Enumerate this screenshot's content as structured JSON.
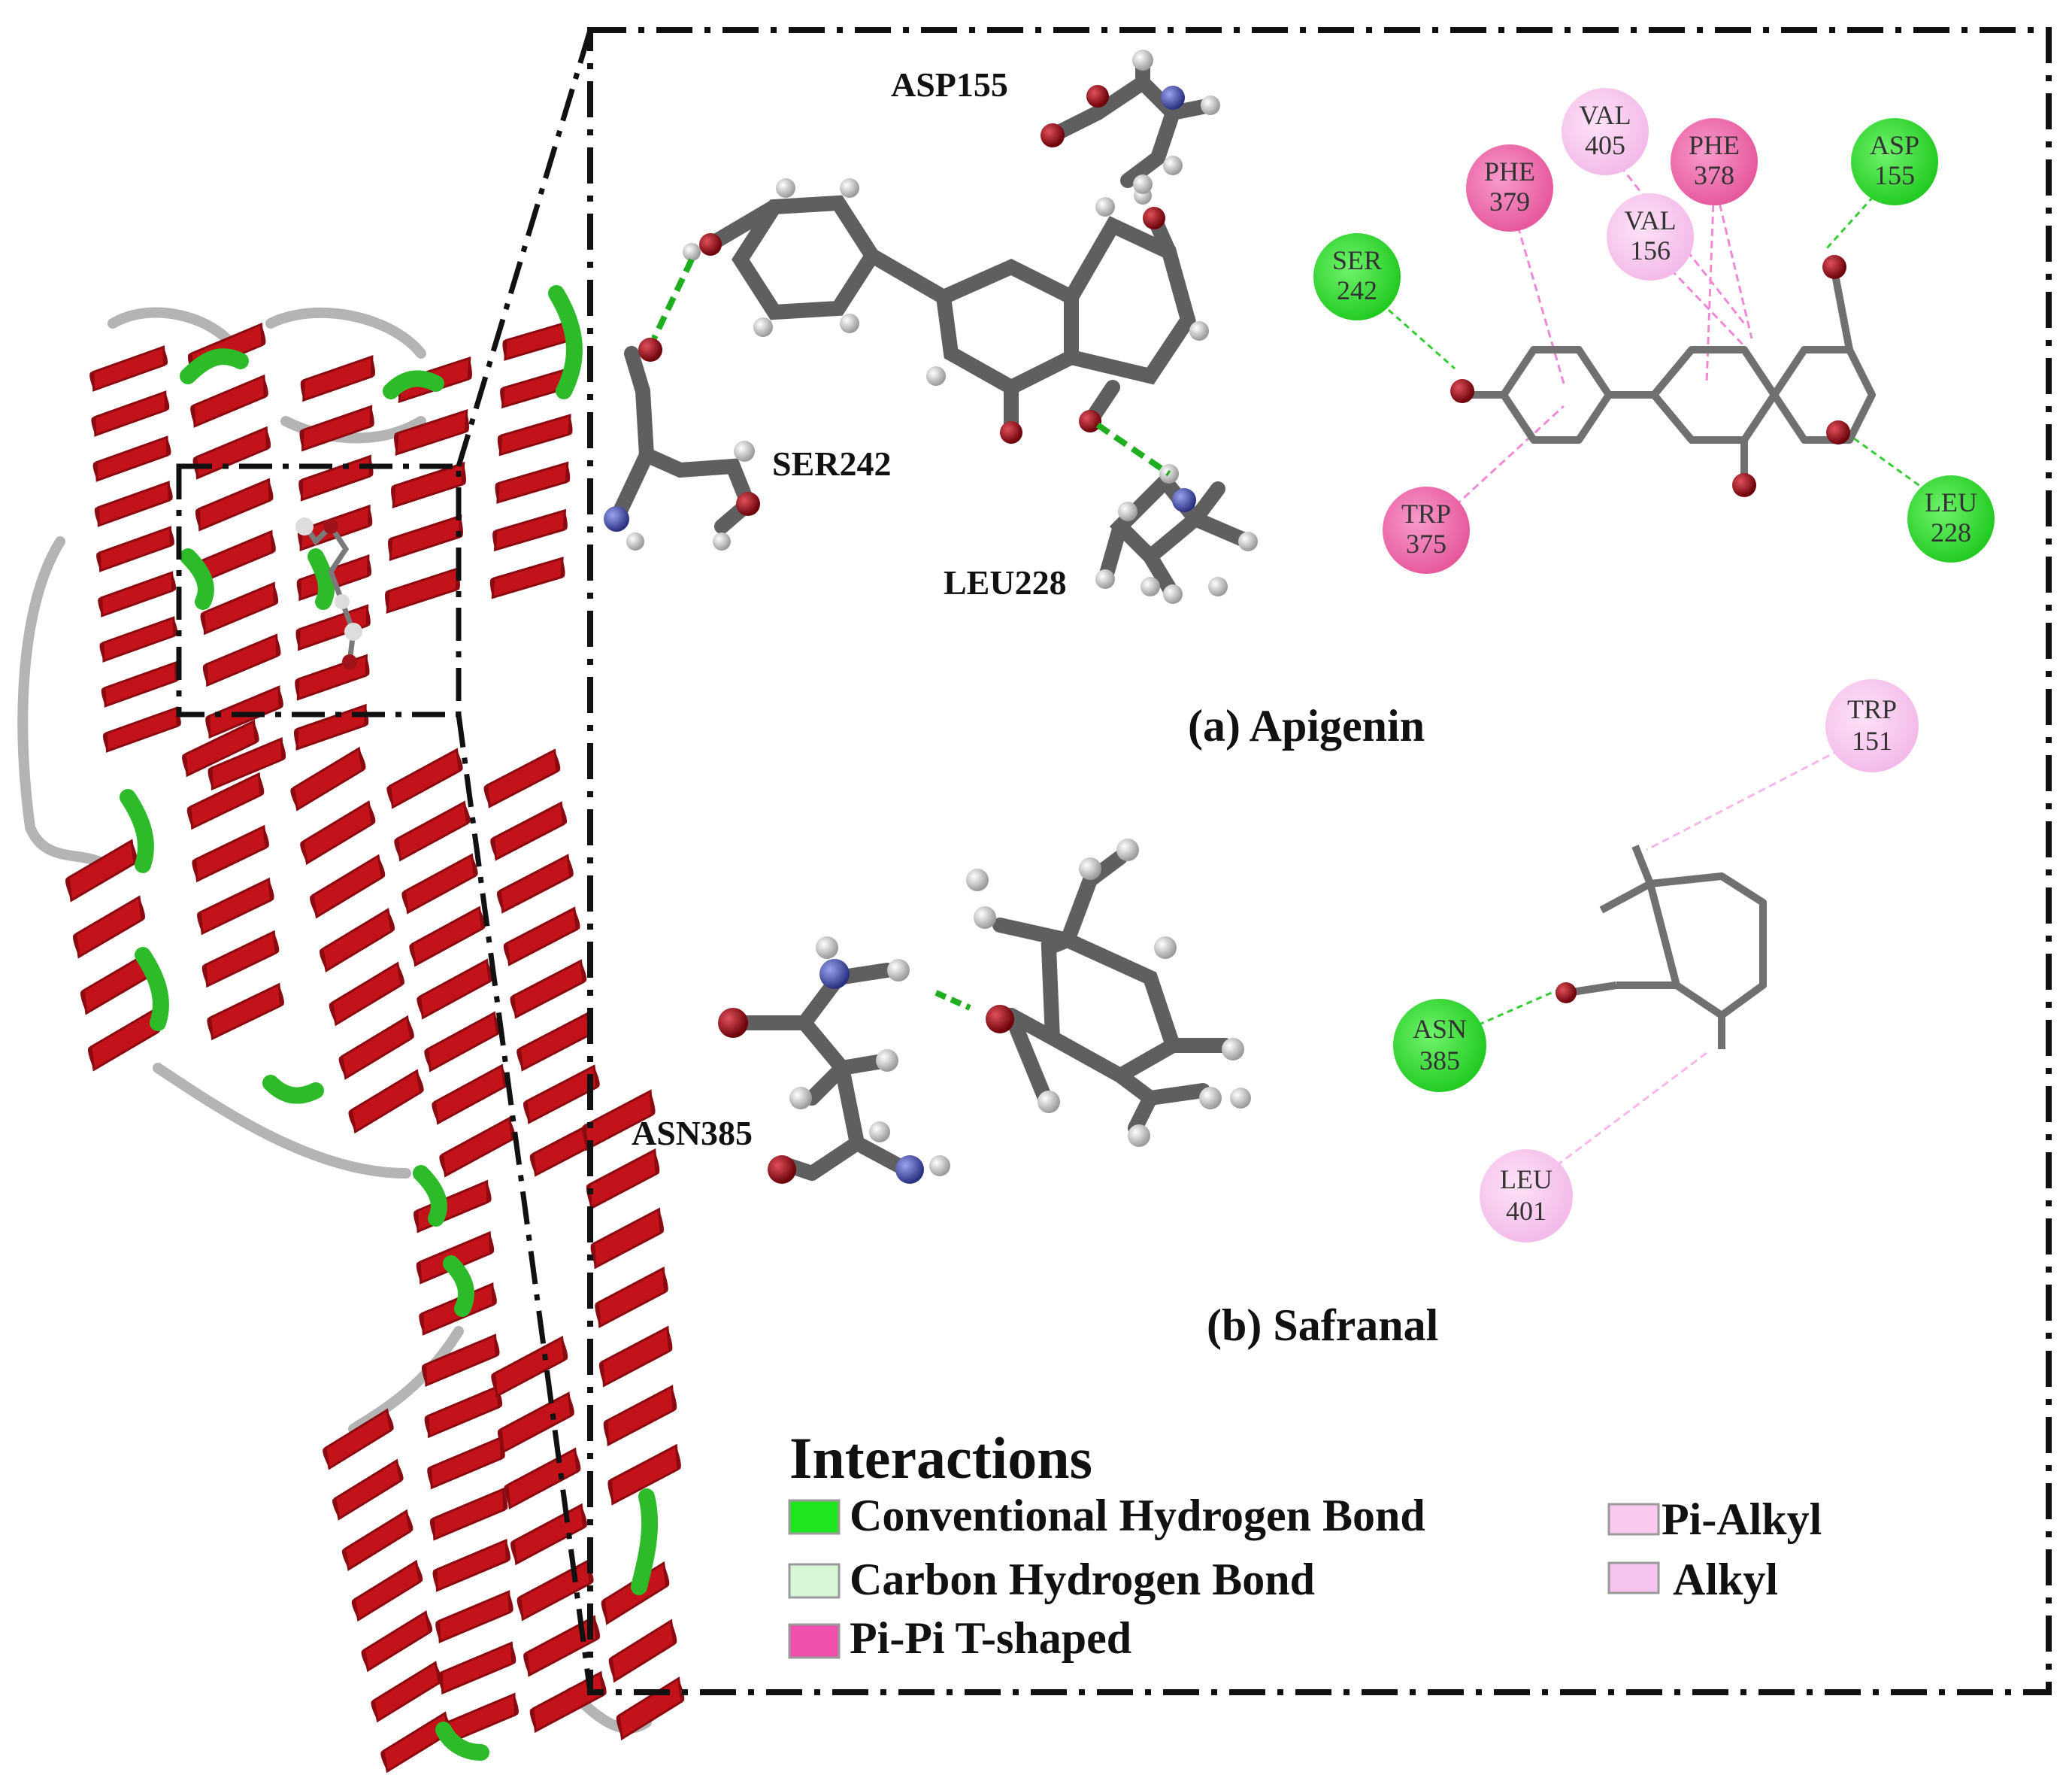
{
  "colors": {
    "helix": "#c4121a",
    "helix_dark": "#8a0a10",
    "green_segment": "#2dbb2a",
    "coil": "#b8b8b8",
    "atom_carbon": "#6e6e6e",
    "atom_oxygen": "#a0121a",
    "atom_nitrogen": "#4a52a8",
    "atom_hydrogen": "#d9d9d9",
    "hbond": "#1fae1f",
    "pink_hydrophobic": "#f5a7e6",
    "pink_dark": "#e8609f",
    "green_bubble": "#3be03b"
  },
  "panel_a": {
    "caption": "(a) Apigenin",
    "residues_3d": [
      "ASP155",
      "SER242",
      "LEU228"
    ],
    "residues_2d": [
      {
        "line1": "SER",
        "line2": "242",
        "type": "Conventional Hydrogen Bond"
      },
      {
        "line1": "ASP",
        "line2": "155",
        "type": "Conventional Hydrogen Bond"
      },
      {
        "line1": "LEU",
        "line2": "228",
        "type": "Conventional Hydrogen Bond"
      },
      {
        "line1": "PHE",
        "line2": "379",
        "type": "Pi-Pi T-shaped"
      },
      {
        "line1": "PHE",
        "line2": "378",
        "type": "Pi-Pi T-shaped"
      },
      {
        "line1": "TRP",
        "line2": "375",
        "type": "Pi-Pi T-shaped"
      },
      {
        "line1": "VAL",
        "line2": "405",
        "type": "Pi-Alkyl"
      },
      {
        "line1": "VAL",
        "line2": "156",
        "type": "Pi-Alkyl"
      }
    ]
  },
  "panel_b": {
    "caption": "(b) Safranal",
    "residues_3d": [
      "ASN385"
    ],
    "residues_2d": [
      {
        "line1": "TRP",
        "line2": "151",
        "type": "Alkyl"
      },
      {
        "line1": "ASN",
        "line2": "385",
        "type": "Conventional Hydrogen Bond"
      },
      {
        "line1": "LEU",
        "line2": "401",
        "type": "Alkyl"
      }
    ]
  },
  "legend": {
    "title": "Interactions",
    "items": [
      {
        "label": "Conventional Hydrogen Bond",
        "color": "#1ee51e"
      },
      {
        "label": "Carbon Hydrogen Bond",
        "color": "#d8f5d5"
      },
      {
        "label": "Pi-Pi T-shaped",
        "color": "#f050ac"
      },
      {
        "label": "Pi-Alkyl",
        "color": "#fbc9ee"
      },
      {
        "label": "Alkyl",
        "color": "#f6c3ef"
      }
    ]
  }
}
